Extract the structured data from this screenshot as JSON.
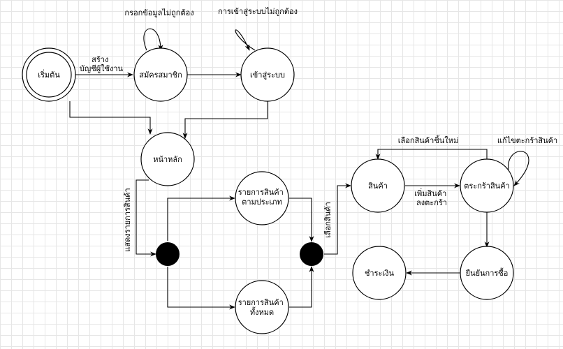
{
  "states": {
    "start": [
      "เริ่มต้น"
    ],
    "register": [
      "สมัครสมาชิก"
    ],
    "login": [
      "เข้าสู่ระบบ"
    ],
    "home": [
      "หน้าหลัก"
    ],
    "cat_products": [
      "รายการสินค้า",
      "ตามประเภท"
    ],
    "all_products": [
      "รายการสินค้า",
      "ทั้งหมด"
    ],
    "product": [
      "สินค้า"
    ],
    "cart": [
      "ตระกร้าสินค้า"
    ],
    "confirm": [
      "ยืนยันการซื้อ"
    ],
    "payment": [
      "ชำระเงิน"
    ]
  },
  "labels": {
    "create_account": [
      "สร้าง",
      "บัญชีผู้ใช้งาน"
    ],
    "invalid_input": [
      "กรอกข้อมูลไม่ถูกต้อง"
    ],
    "invalid_login": [
      "การเข้าสู่ระบบไม่ถูกต้อง"
    ],
    "show_products": [
      "แสดงรายการสินค้า"
    ],
    "choose_product": [
      "เลือกสินค้า"
    ],
    "choose_more": [
      "เลือกสินค้าชิ้นใหม่"
    ],
    "add_to_cart": [
      "เพิ่มสินค้า",
      "ลงตะกร้า"
    ],
    "edit_cart": [
      "แก้ไขตะกร้าสินค้า"
    ]
  }
}
